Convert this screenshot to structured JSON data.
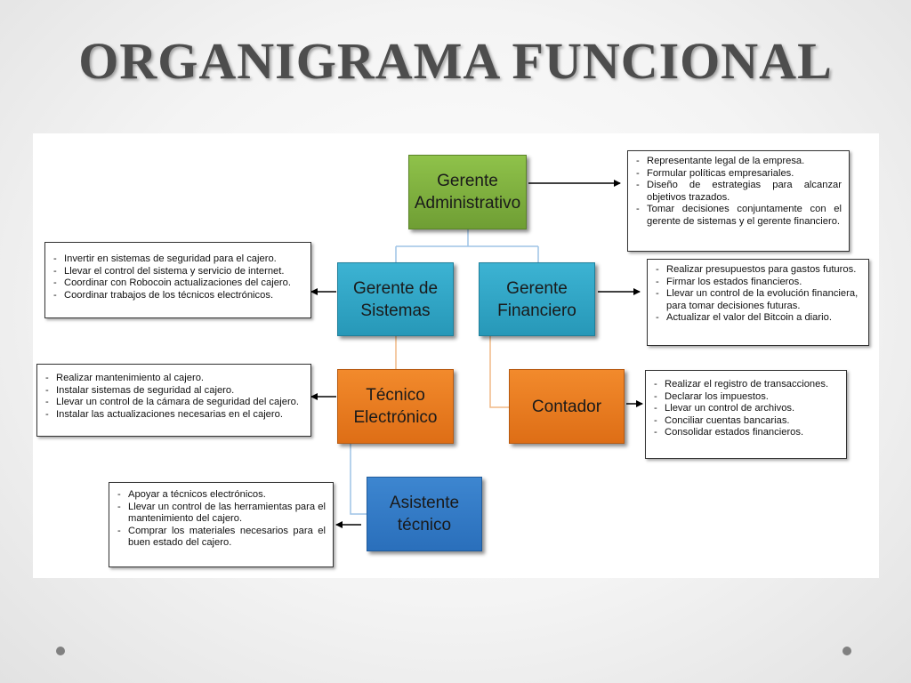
{
  "title": "ORGANIGRAMA FUNCIONAL",
  "colors": {
    "green": "#7cb342",
    "teal": "#31a7c7",
    "orange": "#e97a20",
    "blue": "#3179c4",
    "connector": "#9dc3e6",
    "arrow": "#000000"
  },
  "nodes": {
    "gerente_administrativo": "Gerente\nAdministrativo",
    "gerente_sistemas": "Gerente de\nSistemas",
    "gerente_financiero": "Gerente\nFinanciero",
    "tecnico_electronico": "Técnico\nElectrónico",
    "contador": "Contador",
    "asistente_tecnico": "Asistente\ntécnico"
  },
  "notes": {
    "administrativo": [
      "Representante legal de la empresa.",
      "Formular políticas empresariales.",
      "Diseño de estrategias para alcanzar objetivos trazados.",
      "Tomar decisiones conjuntamente con el gerente de sistemas y el gerente financiero."
    ],
    "sistemas": [
      "Invertir en sistemas de seguridad para el cajero.",
      "Llevar el control del sistema y servicio de internet.",
      "Coordinar con Robocoin actualizaciones del cajero.",
      "Coordinar trabajos de los técnicos electrónicos."
    ],
    "financiero": [
      "Realizar presupuestos para gastos futuros.",
      "Firmar los estados financieros.",
      "Llevar un control de la evolución financiera, para tomar decisiones futuras.",
      "Actualizar el valor del Bitcoin a diario."
    ],
    "tecnico": [
      "Realizar mantenimiento al cajero.",
      "Instalar sistemas de seguridad al cajero.",
      "Llevar un control de la cámara de seguridad del cajero.",
      "Instalar las actualizaciones necesarias en el cajero."
    ],
    "contador": [
      "Realizar el registro de transacciones.",
      "Declarar los impuestos.",
      "Llevar un control de archivos.",
      "Conciliar cuentas bancarias.",
      "Consolidar estados financieros."
    ],
    "asistente": [
      "Apoyar a técnicos electrónicos.",
      "Llevar un control de las herramientas para el mantenimiento del cajero.",
      "Comprar los materiales necesarios para el buen estado del cajero."
    ]
  }
}
